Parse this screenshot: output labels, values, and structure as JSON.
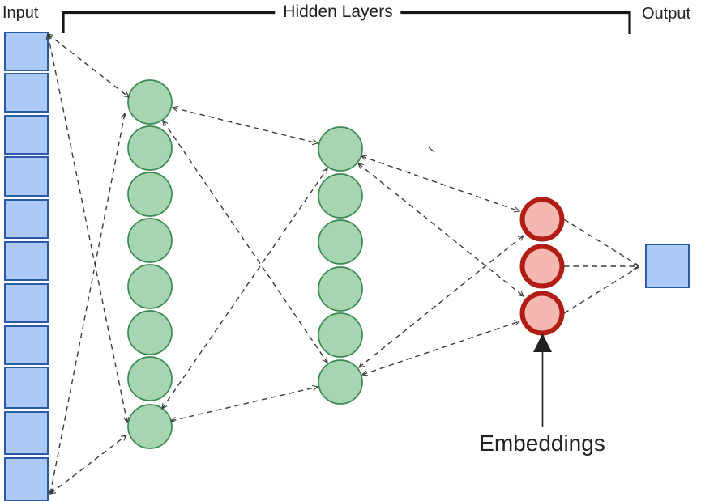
{
  "labels": {
    "input": "Input",
    "hidden_layers": "Hidden Layers",
    "output": "Output",
    "embeddings": "Embeddings"
  },
  "diagram": {
    "type": "neural-network-embedding-diagram",
    "description": "Deep network funnel: input layer, two hidden layers, three-unit embedding layer, single output unit",
    "layers": [
      {
        "id": "input",
        "label": "Input",
        "shape": "square",
        "count": 11,
        "fill": "#adc9f5",
        "stroke": "#2e58a8"
      },
      {
        "id": "hidden-1",
        "label": "Hidden Layers",
        "shape": "circle",
        "count": 8,
        "fill": "#a7d5b1",
        "stroke": "#3a8b52"
      },
      {
        "id": "hidden-2",
        "label": "Hidden Layers",
        "shape": "circle",
        "count": 6,
        "fill": "#a7d5b1",
        "stroke": "#3a8b52"
      },
      {
        "id": "embeddings",
        "label": "Embeddings",
        "shape": "circle",
        "count": 3,
        "fill": "#f4b8b1",
        "stroke": "#b11d15"
      },
      {
        "id": "output",
        "label": "Output",
        "shape": "square",
        "count": 1,
        "fill": "#adc9f5",
        "stroke": "#2e58a8"
      }
    ],
    "connections": {
      "style": "dashed",
      "color": "#3a3a3a",
      "pattern": "fan-between-layer-extremes",
      "arrowheads": "open-v"
    },
    "annotation": {
      "text": "Embeddings",
      "arrow_color": "#212121",
      "points_to": "embeddings layer bottom node"
    },
    "bracket_color": "#151515"
  }
}
